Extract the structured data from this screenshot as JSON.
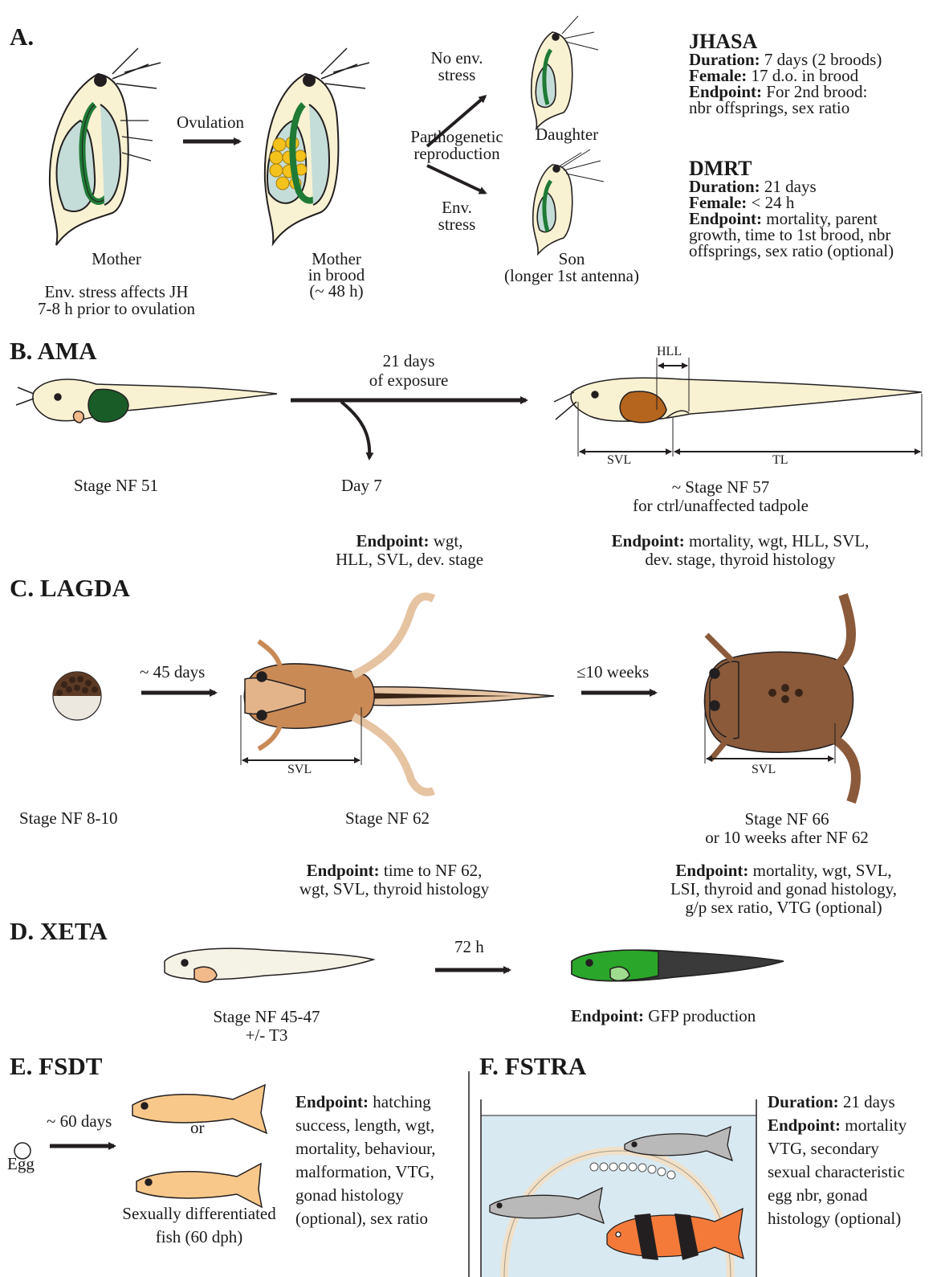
{
  "panelA": {
    "header": "A.",
    "ovulation": "Ovulation",
    "no_env_stress": [
      "No env.",
      "stress"
    ],
    "parthenogenetic": [
      "Parthogenetic",
      "reproduction"
    ],
    "env_stress": [
      "Env.",
      "stress"
    ],
    "daughter": "Daughter",
    "mother": "Mother",
    "mother_note": [
      "Env. stress affects JH",
      "7-8 h prior to ovulation"
    ],
    "mother_brood": [
      "Mother",
      "in brood",
      "(~ 48 h)"
    ],
    "son": [
      "Son",
      "(longer 1st antenna)"
    ],
    "jhasa": {
      "title": "JHASA",
      "duration_label": "Duration:",
      "duration": " 7 days (2 broods)",
      "female_label": "Female:",
      "female": " 17 d.o. in brood",
      "endpoint_label": "Endpoint:",
      "endpoint_1": " For 2nd brood:",
      "endpoint_2": "nbr offsprings, sex ratio"
    },
    "dmrt": {
      "title": "DMRT",
      "duration_label": "Duration:",
      "duration": " 21 days",
      "female_label": "Female:",
      "female": " < 24 h",
      "endpoint_label": "Endpoint:",
      "endpoint_1": " mortality, parent",
      "endpoint_2": "growth, time to 1st brood, nbr",
      "endpoint_3": "offsprings, sex ratio (optional)"
    }
  },
  "panelB": {
    "header": "B. AMA",
    "exposure": [
      "21 days",
      "of exposure"
    ],
    "stage_start": "Stage NF 51",
    "day7": "Day 7",
    "stage_end": [
      "~ Stage NF 57",
      "for ctrl/unaffected tadpole"
    ],
    "hll": "HLL",
    "svl": "SVL",
    "tl": "TL",
    "endpoint_day7_label": "Endpoint:",
    "endpoint_day7": [
      " wgt,",
      "HLL, SVL, dev. stage"
    ],
    "endpoint_end_label": "Endpoint:",
    "endpoint_end": [
      " mortality, wgt, HLL, SVL,",
      "dev. stage, thyroid histology"
    ]
  },
  "panelC": {
    "header": "C. LAGDA",
    "days45": "~ 45 days",
    "weeks10": "≤10 weeks",
    "svl": "SVL",
    "stage_egg": "Stage NF 8-10",
    "stage_62": "Stage NF 62",
    "stage_66": [
      "Stage NF 66",
      "or 10 weeks after NF 62"
    ],
    "endpoint_62_label": "Endpoint:",
    "endpoint_62": [
      " time to NF 62,",
      "wgt, SVL, thyroid histology"
    ],
    "endpoint_66_label": "Endpoint:",
    "endpoint_66": [
      " mortality, wgt, SVL,",
      "LSI, thyroid and gonad histology,",
      "g/p sex ratio, VTG (optional)"
    ]
  },
  "panelD": {
    "header": "D. XETA",
    "hours72": "72 h",
    "stage": [
      "Stage NF 45-47",
      "+/- T3"
    ],
    "endpoint_label": "Endpoint:",
    "endpoint": " GFP production"
  },
  "panelE": {
    "header": "E. FSDT",
    "days60": "~ 60 days",
    "egg": "Egg",
    "or": "or",
    "fish": [
      "Sexually differentiated",
      "fish (60 dph)"
    ],
    "endpoint_label": "Endpoint:",
    "endpoint": [
      " hatching",
      "success, length, wgt,",
      "mortality, behaviour,",
      "malformation, VTG,",
      "gonad histology",
      "(optional), sex ratio"
    ]
  },
  "panelF": {
    "header": "F. FSTRA",
    "duration_label": "Duration:",
    "duration": " 21 days",
    "endpoint_label": "Endpoint:",
    "endpoint": [
      " mortality",
      "VTG, secondary",
      "sexual characteristic",
      "egg nbr, gonad",
      "histology (optional)"
    ]
  },
  "colors": {
    "daphnia_body": "#f8f2d2",
    "daphnia_gut": "#1f7a35",
    "daphnia_carapace": "#c5ddd8",
    "eggs": "#f4c21c",
    "tadpole_gut": "#195c27",
    "tadpole_gut_late": "#b5651d",
    "froglet": "#c98a56",
    "frog": "#8a5a3a",
    "gfp": "#2aa62a",
    "tank_water": "#d8e9f1"
  }
}
